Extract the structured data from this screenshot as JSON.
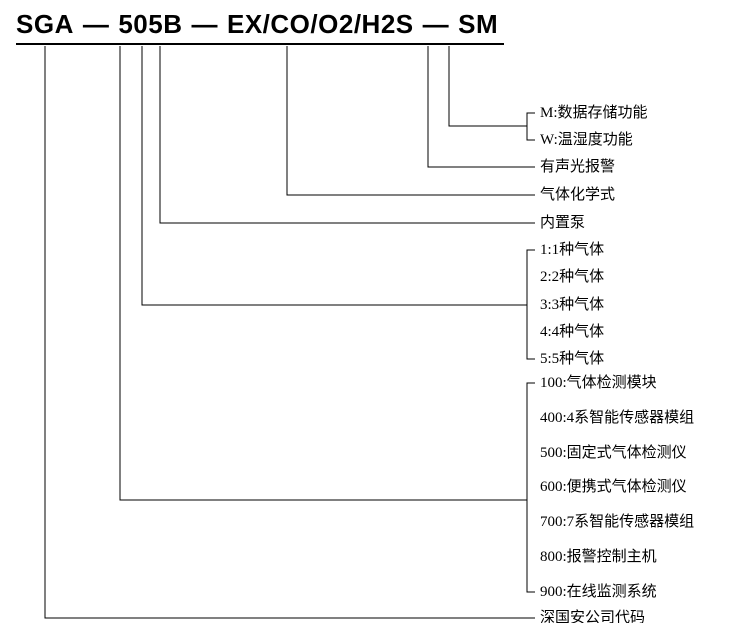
{
  "title": {
    "brand": "SGA",
    "model": "505B",
    "gases": "EX/CO/O2/H2S",
    "suffix": "SM",
    "dash": "—"
  },
  "legend": {
    "m_function": "M:数据存储功能",
    "w_function": "W:温湿度功能",
    "sound_light_alarm": "有声光报警",
    "gas_formula": "气体化学式",
    "built_in_pump": "内置泵",
    "gas_count_options": [
      "1:1种气体",
      "2:2种气体",
      "3:3种气体",
      "4:4种气体",
      "5:5种气体"
    ],
    "series_options": [
      "100:气体检测模块",
      "400:4系智能传感器模组",
      "500:固定式气体检测仪",
      "600:便携式气体检测仪",
      "700:7系智能传感器模组",
      "800:报警控制主机",
      "900:在线监测系统"
    ],
    "company_code": "深国安公司代码"
  },
  "colors": {
    "line": "#000000",
    "text": "#000000",
    "background": "#ffffff"
  }
}
